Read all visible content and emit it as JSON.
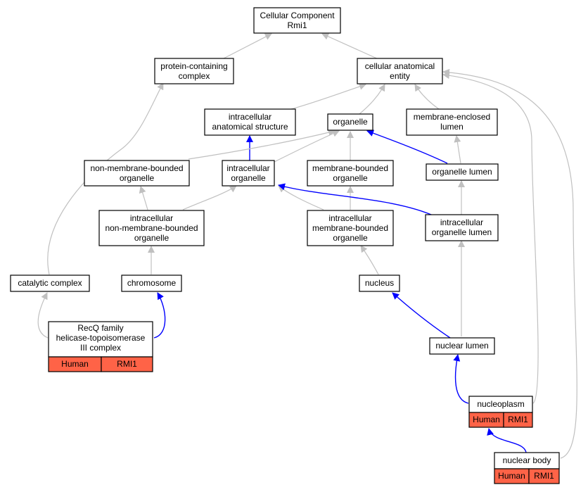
{
  "nodes": {
    "cc": {
      "lines": [
        "Cellular Component",
        "Rmi1"
      ]
    },
    "pcc": {
      "lines": [
        "protein-containing",
        "complex"
      ]
    },
    "cae": {
      "lines": [
        "cellular anatomical",
        "entity"
      ]
    },
    "ias": {
      "lines": [
        "intracellular",
        "anatomical structure"
      ]
    },
    "org": {
      "lines": [
        "organelle"
      ]
    },
    "mel": {
      "lines": [
        "membrane-enclosed",
        "lumen"
      ]
    },
    "nmbo": {
      "lines": [
        "non-membrane-bounded",
        "organelle"
      ]
    },
    "io": {
      "lines": [
        "intracellular",
        "organelle"
      ]
    },
    "mbo": {
      "lines": [
        "membrane-bounded",
        "organelle"
      ]
    },
    "ol": {
      "lines": [
        "organelle lumen"
      ]
    },
    "inmbo": {
      "lines": [
        "intracellular",
        "non-membrane-bounded",
        "organelle"
      ]
    },
    "imbo": {
      "lines": [
        "intracellular",
        "membrane-bounded",
        "organelle"
      ]
    },
    "iol": {
      "lines": [
        "intracellular",
        "organelle lumen"
      ]
    },
    "cat": {
      "lines": [
        "catalytic complex"
      ]
    },
    "chr": {
      "lines": [
        "chromosome"
      ]
    },
    "nuc": {
      "lines": [
        "nucleus"
      ]
    },
    "recq": {
      "lines": [
        "RecQ family",
        "helicase-topoisomerase",
        "III complex"
      ],
      "tags": [
        "Human",
        "RMI1"
      ]
    },
    "nl": {
      "lines": [
        "nuclear lumen"
      ]
    },
    "np": {
      "lines": [
        "nucleoplasm"
      ],
      "tags": [
        "Human",
        "RMI1"
      ]
    },
    "nb": {
      "lines": [
        "nuclear body"
      ],
      "tags": [
        "Human",
        "RMI1"
      ]
    }
  },
  "colors": {
    "is_a_edge": "#c0c0c0",
    "part_of_edge": "#0000ff",
    "annotation_fill": "#ff6347",
    "node_border": "#000000"
  }
}
